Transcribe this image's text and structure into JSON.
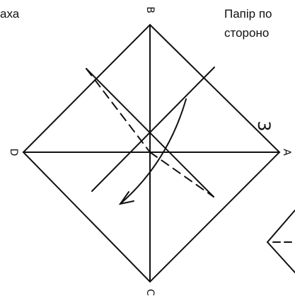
{
  "page_text": {
    "left_fragment": "аха",
    "right_line1": "Папір по",
    "right_line2": "стороно"
  },
  "diagram": {
    "corner_labels": {
      "top": "B",
      "left": "D",
      "right": "A",
      "bottom": "C"
    },
    "step_number": "3"
  }
}
